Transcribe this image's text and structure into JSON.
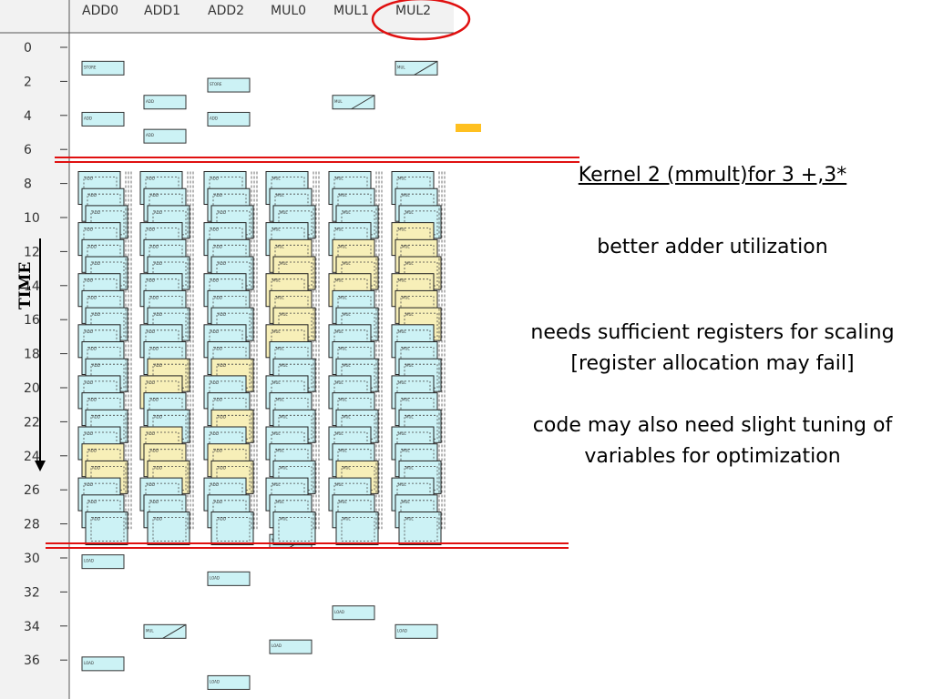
{
  "units": [
    "ADD0",
    "ADD1",
    "ADD2",
    "MUL0",
    "MUL1",
    "MUL2"
  ],
  "time_ticks": [
    "0",
    "2",
    "4",
    "6",
    "8",
    "10",
    "12",
    "14",
    "16",
    "18",
    "20",
    "22",
    "24",
    "26",
    "28",
    "30",
    "32",
    "34",
    "36"
  ],
  "axis_label": "TIME",
  "kernel_title": "Kernel 2 (mmult)for 3 +,3*",
  "notes": [
    "better adder utilization",
    "needs sufficient registers for scaling [register allocation may fail]",
    "code may also need slight tuning of variables for optimization"
  ],
  "colors": {
    "add_op": "#ccf2f5",
    "mul_op": "#ccf2f5",
    "highlight_op": "#f7efb8",
    "kernel_boundary": "#e01010",
    "header_circle": "#e01010",
    "accent_bar": "#ffc020",
    "panel_bg": "#f2f2f2"
  },
  "op_labels": {
    "add": "ADD",
    "mul": "MUL",
    "load": "LOAD",
    "store": "STORE"
  }
}
